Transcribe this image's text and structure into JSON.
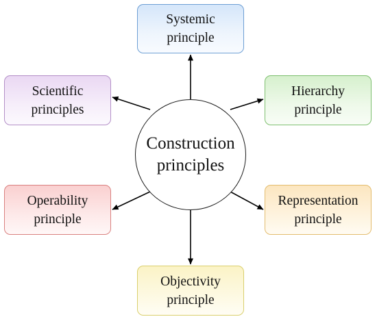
{
  "center": {
    "line1": "Construction",
    "line2": "principles"
  },
  "nodes": {
    "systemic": {
      "line1": "Systemic",
      "line2": "principle"
    },
    "hierarchy": {
      "line1": "Hierarchy",
      "line2": "principle"
    },
    "scientific": {
      "line1": "Scientific",
      "line2": "principles"
    },
    "operability": {
      "line1": "Operability",
      "line2": "principle"
    },
    "representation": {
      "line1": "Representation",
      "line2": "principle"
    },
    "objectivity": {
      "line1": "Objectivity",
      "line2": "principle"
    }
  },
  "colors": {
    "arrow": "#000000",
    "systemic_border": "#6c9ed4",
    "hierarchy_border": "#7dbf6e",
    "scientific_border": "#b38fc7",
    "operability_border": "#d9807f",
    "representation_border": "#e3bc6e",
    "objectivity_border": "#d9cf6c"
  }
}
